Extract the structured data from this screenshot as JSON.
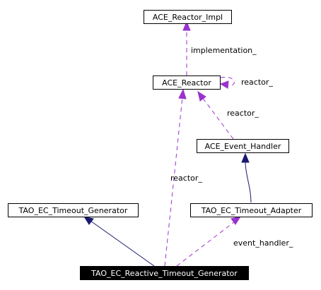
{
  "nodes": {
    "reactor_impl": "ACE_Reactor_Impl",
    "reactor": "ACE_Reactor",
    "event_handler": "ACE_Event_Handler",
    "timeout_generator": "TAO_EC_Timeout_Generator",
    "timeout_adapter": "TAO_EC_Timeout_Adapter",
    "reactive_timeout_generator": "TAO_EC_Reactive_Timeout_Generator"
  },
  "edge_labels": {
    "implementation": "implementation_",
    "reactor_self": "reactor_",
    "reactor_from_event_handler": "reactor_",
    "reactor_from_reactive": "reactor_",
    "event_handler": "event_handler_"
  },
  "colors": {
    "uses_edge": "#9a32cd",
    "inheritance_edge": "#191970",
    "highlight_node": "#000000"
  }
}
